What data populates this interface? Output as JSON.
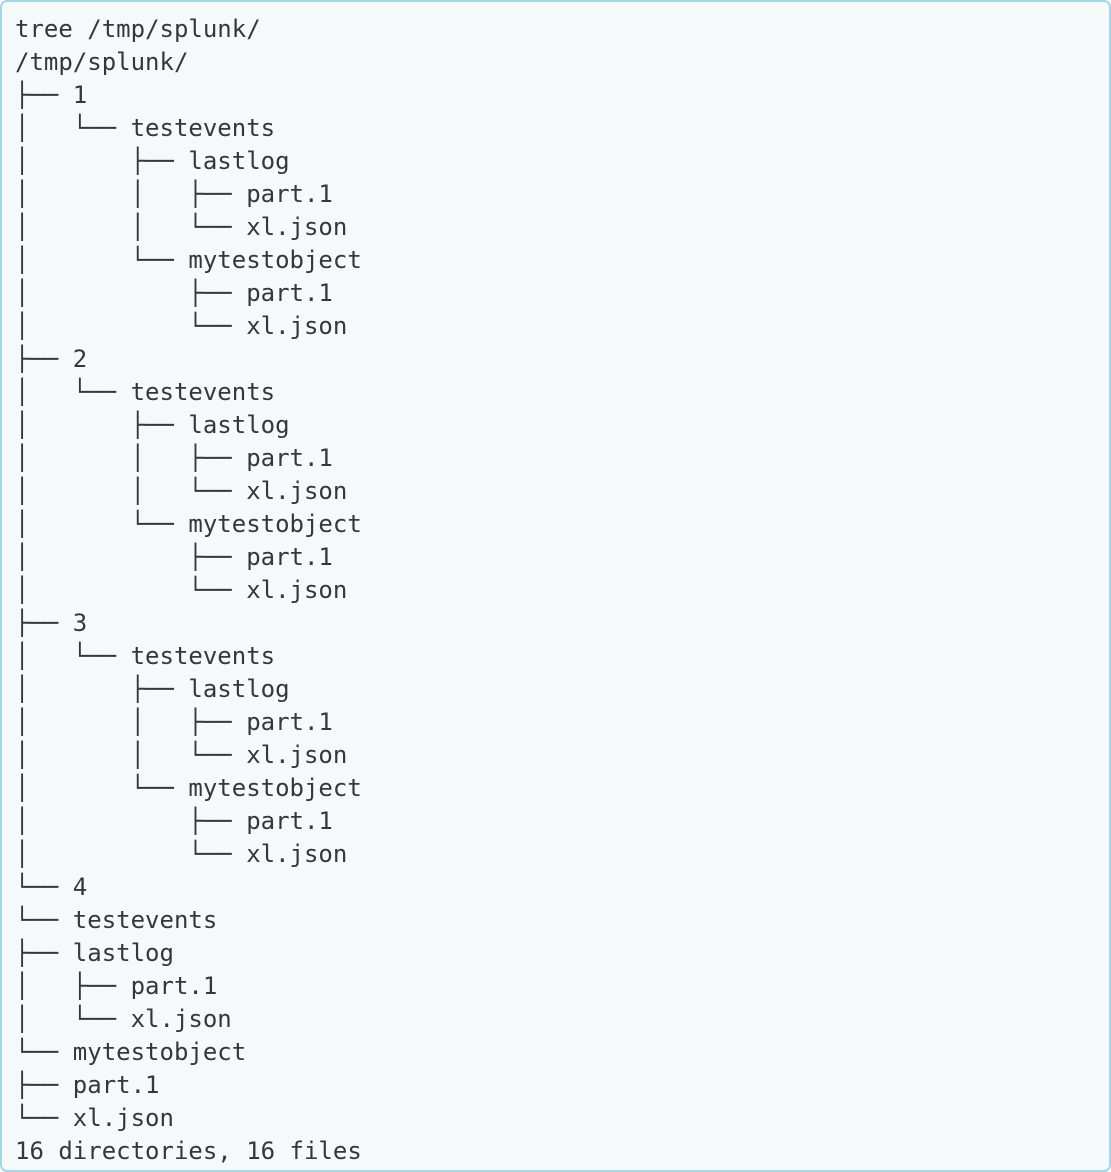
{
  "terminal": {
    "command_line": "tree /tmp/splunk/",
    "root_path": "/tmp/splunk/",
    "tree_lines": [
      "├── 1",
      "│   └── testevents",
      "│       ├── lastlog",
      "│       │   ├── part.1",
      "│       │   └── xl.json",
      "│       └── mytestobject",
      "│           ├── part.1",
      "│           └── xl.json",
      "├── 2",
      "│   └── testevents",
      "│       ├── lastlog",
      "│       │   ├── part.1",
      "│       │   └── xl.json",
      "│       └── mytestobject",
      "│           ├── part.1",
      "│           └── xl.json",
      "├── 3",
      "│   └── testevents",
      "│       ├── lastlog",
      "│       │   ├── part.1",
      "│       │   └── xl.json",
      "│       └── mytestobject",
      "│           ├── part.1",
      "│           └── xl.json",
      "└── 4",
      "└── testevents",
      "├── lastlog",
      "│   ├── part.1",
      "│   └── xl.json",
      "└── mytestobject",
      "├── part.1",
      "└── xl.json"
    ],
    "summary": "16 directories, 16 files"
  },
  "colors": {
    "background": "#f6f9fa",
    "border": "#a2d6ea",
    "text": "#33383d"
  }
}
